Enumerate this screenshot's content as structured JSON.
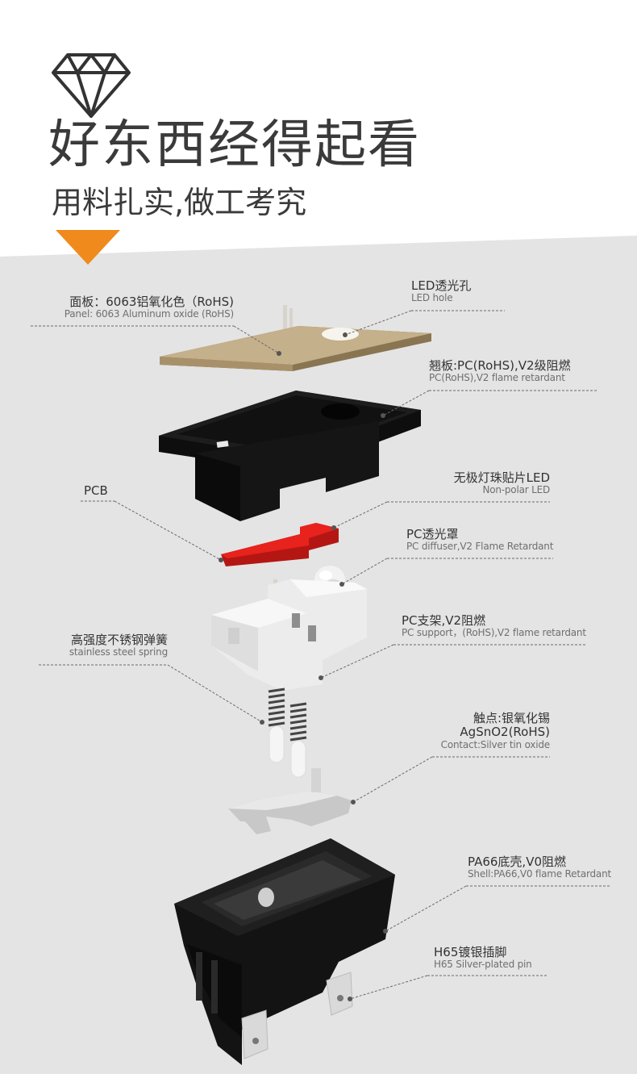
{
  "header": {
    "title": "好东西经得起看",
    "subtitle": "用料扎实,做工考究"
  },
  "callouts": {
    "panel": {
      "cn": "面板：6063铝氧化色（RoHS)",
      "en": "Panel: 6063 Aluminum oxide (RoHS)"
    },
    "led_hole": {
      "cn": "LED透光孔",
      "en": "LED  hole"
    },
    "rocker": {
      "cn": "翘板:PC(RoHS),V2级阻燃",
      "en": "PC(RoHS),V2 flame retardant"
    },
    "pcb": {
      "cn": "PCB"
    },
    "led": {
      "cn": "无极灯珠贴片LED",
      "en": "Non-polar LED"
    },
    "diffuser": {
      "cn": "PC透光罩",
      "en": "PC diffuser,V2 Flame Retardant"
    },
    "support": {
      "cn": "PC支架,V2阻燃",
      "en": "PC support，(RoHS),V2 flame retardant"
    },
    "spring": {
      "cn": "高强度不锈钢弹簧",
      "en": "stainless steel spring"
    },
    "contact": {
      "cn1": "触点:银氧化锡",
      "cn2": "AgSnO2(RoHS)",
      "en": "Contact:Silver tin oxide"
    },
    "shell": {
      "cn": "PA66底壳,V0阻燃",
      "en": "Shell:PA66,V0 flame Retardant"
    },
    "pin": {
      "cn": "H65镀银插脚",
      "en": "H65 Silver-plated pin"
    }
  },
  "colors": {
    "accent_orange": "#f08a1c",
    "panel_gold": "#c4b08a",
    "pcb_red": "#e8221d",
    "housing_black": "#141414",
    "background_gray": "#e4e4e4"
  },
  "icons": {
    "header": "diamond-icon",
    "pointer": "down-triangle-icon"
  }
}
